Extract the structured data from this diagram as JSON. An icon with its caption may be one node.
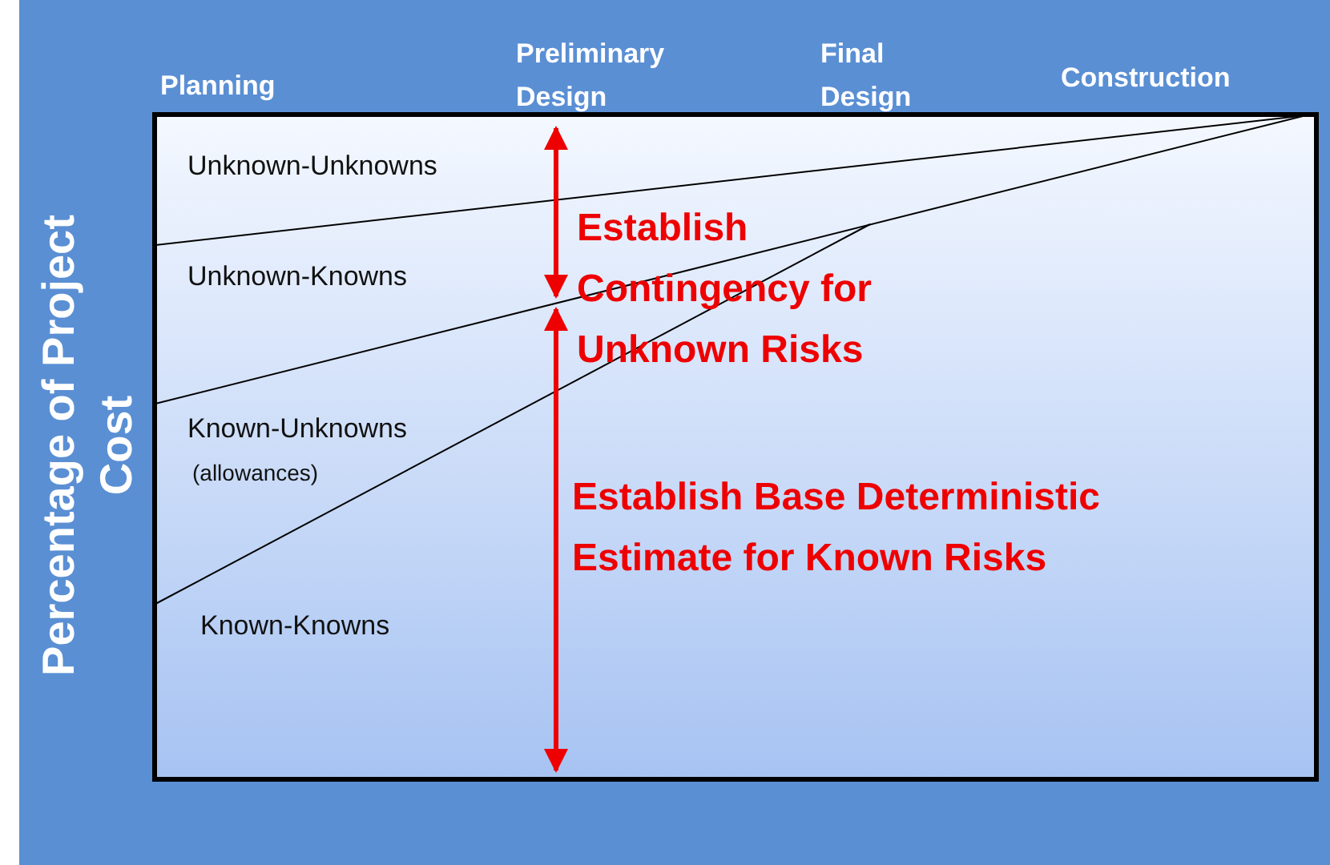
{
  "diagram": {
    "labels": [
      "Planning",
      "Preliminary Design",
      "Final Design",
      "Construction",
      "Percentage of Project Cost",
      "Unknown-Unknowns",
      "Unknown-Knowns",
      "Known-Unknowns",
      "(allowances)",
      "Known-Knowns",
      "Establish Contingency for Unknown Risks",
      "Establish Base Deterministic Estimate for Known Risks"
    ]
  }
}
